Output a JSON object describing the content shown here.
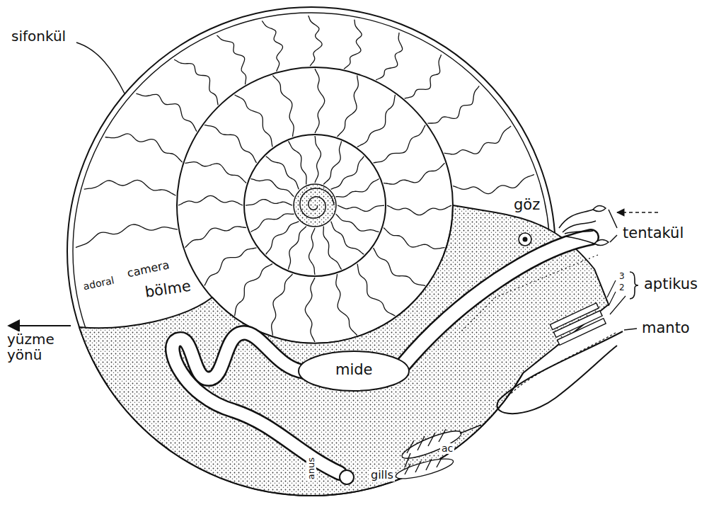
{
  "diagram": {
    "labels": [
      "sifonkül",
      "adoral",
      "camera",
      "bölme",
      "yüzme yönü",
      "mide",
      "anus",
      "gills",
      "ac",
      "göz",
      "tentakül",
      "3",
      "2",
      "aptikus",
      "manto"
    ]
  }
}
